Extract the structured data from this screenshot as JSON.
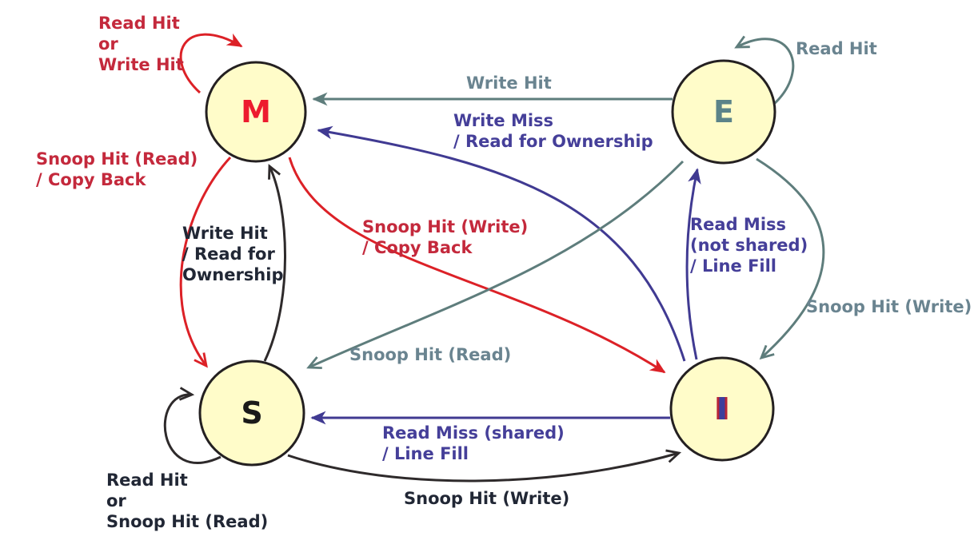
{
  "palette": {
    "state_fill": "#FFFCC9",
    "state_border": "#242021",
    "red_line": "#DC2127",
    "red_text": "#C4293C",
    "teal_line": "#5E7D7C",
    "teal_text": "#6A8490",
    "purple_line": "#403A92",
    "purple_text": "#453F99",
    "black_line": "#2E2A2B",
    "black_text": "#212735",
    "i_letter_core": "#3D3E9C",
    "i_letter_edge": "#B72438"
  },
  "states": [
    {
      "id": "M",
      "label": "M",
      "color": "#ED1B2E"
    },
    {
      "id": "E",
      "label": "E",
      "color": "#5B8389"
    },
    {
      "id": "S",
      "label": "S",
      "color": "#1A1A1A"
    },
    {
      "id": "I",
      "label": "I",
      "color": "#3D3E9C"
    }
  ],
  "transitions": [
    {
      "id": "m-self",
      "from": "M",
      "to": "M",
      "color": "red",
      "label": "Read Hit\nor\nWrite Hit"
    },
    {
      "id": "e-self",
      "from": "E",
      "to": "E",
      "color": "teal",
      "label": "Read Hit"
    },
    {
      "id": "e-to-m",
      "from": "E",
      "to": "M",
      "color": "teal",
      "label": "Write Hit"
    },
    {
      "id": "i-to-m",
      "from": "I",
      "to": "M",
      "color": "purple",
      "label": "Write Miss\n/ Read for Ownership"
    },
    {
      "id": "m-to-s",
      "from": "M",
      "to": "S",
      "color": "red",
      "label": "Snoop Hit (Read)\n/ Copy Back"
    },
    {
      "id": "s-to-m",
      "from": "S",
      "to": "M",
      "color": "black",
      "label": "Write Hit\n/ Read for\nOwnership"
    },
    {
      "id": "m-to-i",
      "from": "M",
      "to": "I",
      "color": "red",
      "label": "Snoop Hit (Write)\n/ Copy Back"
    },
    {
      "id": "i-to-e",
      "from": "I",
      "to": "E",
      "color": "purple",
      "label": "Read Miss\n(not shared)\n/ Line Fill"
    },
    {
      "id": "e-to-i",
      "from": "E",
      "to": "I",
      "color": "teal",
      "label": "Snoop Hit (Write)"
    },
    {
      "id": "e-to-s",
      "from": "E",
      "to": "S",
      "color": "teal",
      "label": "Snoop Hit (Read)"
    },
    {
      "id": "i-to-s",
      "from": "I",
      "to": "S",
      "color": "purple",
      "label": "Read Miss (shared)\n/ Line Fill"
    },
    {
      "id": "s-to-i",
      "from": "S",
      "to": "I",
      "color": "black",
      "label": "Snoop Hit (Write)"
    },
    {
      "id": "s-self",
      "from": "S",
      "to": "S",
      "color": "black",
      "label": "Read Hit\nor\nSnoop Hit (Read)"
    }
  ]
}
